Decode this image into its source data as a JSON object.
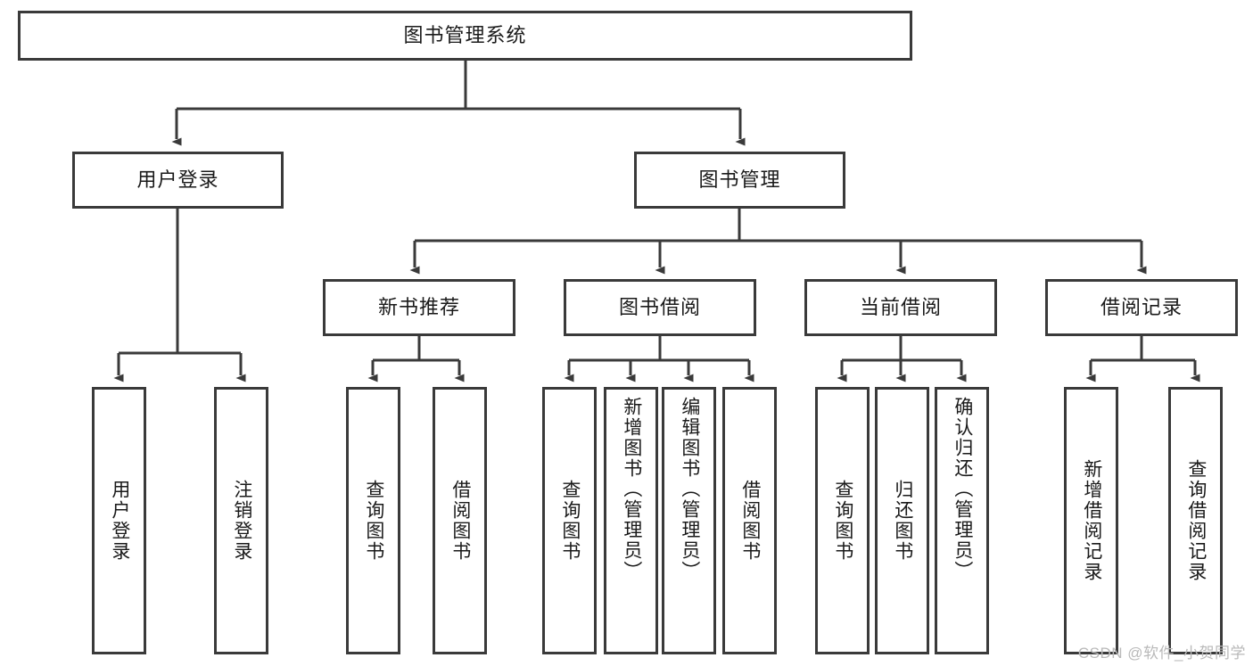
{
  "diagram": {
    "title": "图书管理系统",
    "watermark": "CSDN @软件_小贺同学",
    "stroke_color": "#3a3a3a",
    "text_color": "#1a1a1a",
    "background": "#ffffff",
    "root": {
      "label": "图书管理系统"
    },
    "level2": [
      {
        "label": "用户登录"
      },
      {
        "label": "图书管理"
      }
    ],
    "level3": [
      {
        "label": "新书推荐"
      },
      {
        "label": "图书借阅"
      },
      {
        "label": "当前借阅"
      },
      {
        "label": "借阅记录"
      }
    ],
    "leaves": {
      "user_login": [
        {
          "label": "用户登录"
        },
        {
          "label": "注销登录"
        }
      ],
      "new_book": [
        {
          "label": "查询图书"
        },
        {
          "label": "借阅图书"
        }
      ],
      "borrow_book": [
        {
          "label": "查询图书"
        },
        {
          "label": "新增图书（管理员）"
        },
        {
          "label": "编辑图书（管理员）"
        },
        {
          "label": "借阅图书"
        }
      ],
      "current_borrow": [
        {
          "label": "查询图书"
        },
        {
          "label": "归还图书"
        },
        {
          "label": "确认归还（管理员）"
        }
      ],
      "borrow_record": [
        {
          "label": "新增借阅记录"
        },
        {
          "label": "查询借阅记录"
        }
      ]
    }
  }
}
